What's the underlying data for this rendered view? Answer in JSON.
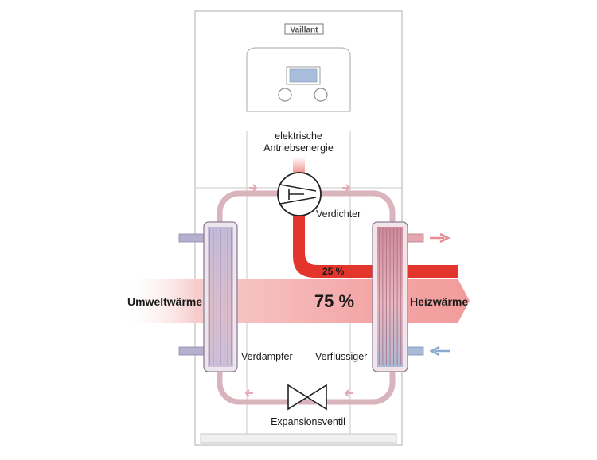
{
  "brand": {
    "logo_text": "Vaillant"
  },
  "labels": {
    "drive_energy_line1": "elektrische",
    "drive_energy_line2": "Antriebsenergie",
    "compressor": "Verdichter",
    "ambient_heat": "Umweltwärme",
    "heating_heat": "Heizwärme",
    "evaporator": "Verdampfer",
    "condenser": "Verflüssiger",
    "expansion_valve": "Expansionsventil",
    "drive_share": "25 %",
    "ambient_share": "75 %"
  },
  "colors": {
    "cabinet_outline": "#bdbdbd",
    "refrigerant_loop": "#d9b4bd",
    "electric_energy": "#e3352b",
    "ambient_heat_band": "#f4a5a5",
    "cold_water_in": "#8aa9cf",
    "warm_water_out": "#e78c92",
    "evaporator_tubes": "#b9aed0",
    "condenser_tubes": "#c9a2b4"
  }
}
